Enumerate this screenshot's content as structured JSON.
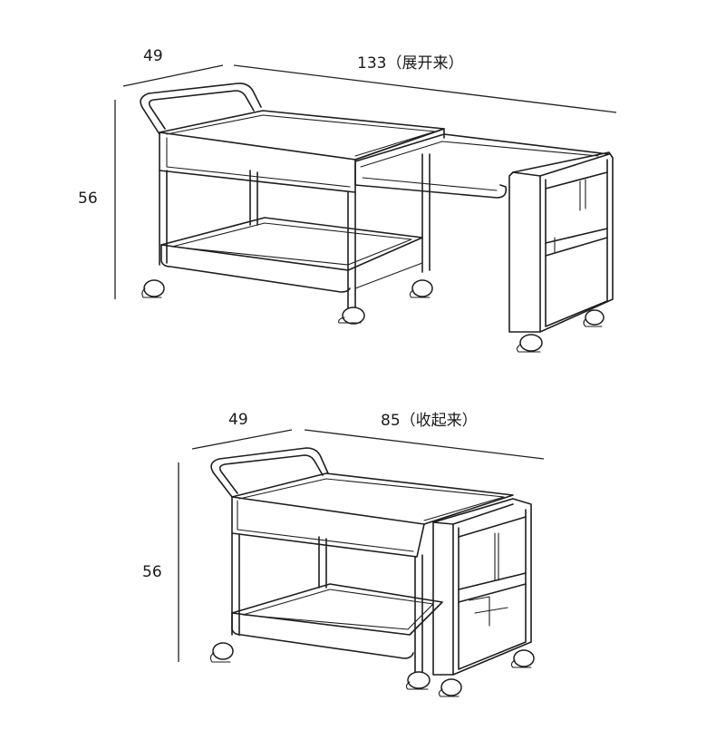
{
  "expanded": {
    "depth": "49",
    "width": "133（展开来）",
    "height": "56"
  },
  "collapsed": {
    "depth": "49",
    "width": "85（收起来）",
    "height": "56"
  }
}
